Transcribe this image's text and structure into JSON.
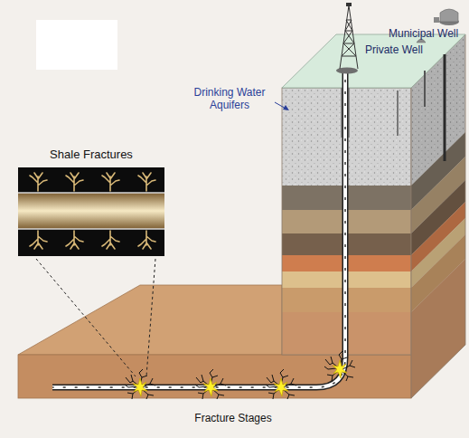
{
  "diagram": {
    "nodes": [
      {
        "text": [
          "Shale Fractures"
        ]
      }
    ],
    "labels": [
      "Municipal Well",
      "Private Well",
      "Drinking Water Aquifers",
      "Fracture Stages"
    ]
  }
}
